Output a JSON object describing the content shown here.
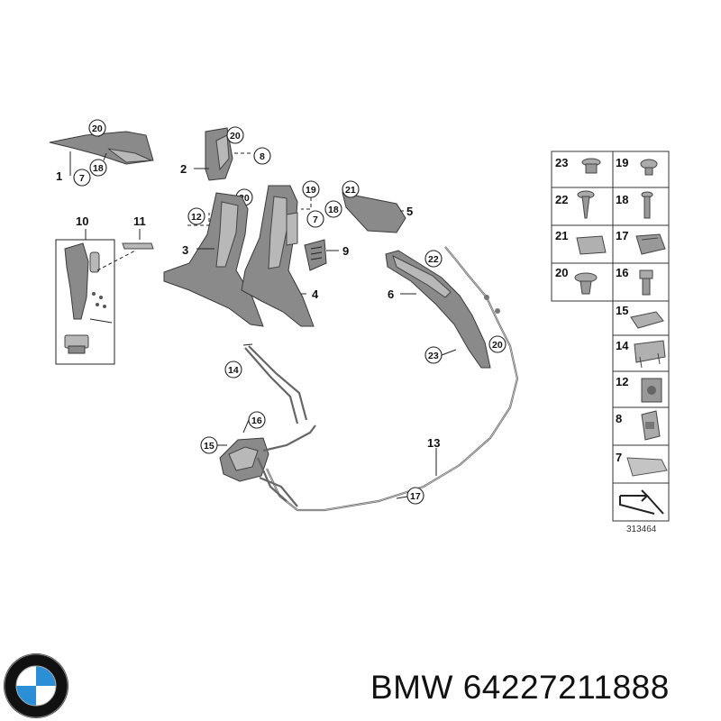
{
  "brand": "BMW",
  "part_number": "64227211888",
  "diagram_ref": "313464",
  "callouts": {
    "c1": "1",
    "c2": "2",
    "c3": "3",
    "c4": "4",
    "c5": "5",
    "c6": "6",
    "c9": "9",
    "c10": "10",
    "c11": "11",
    "c13": "13",
    "circ20a": "20",
    "circ7a": "7",
    "circ18a": "18",
    "circ20b": "20",
    "circ8a": "8",
    "circ20c": "20",
    "circ12a": "12",
    "circ19a": "19",
    "circ7b": "7",
    "circ18b": "18",
    "circ21a": "21",
    "circ22a": "22",
    "circ23a": "23",
    "circ20d": "20",
    "circ14a": "14",
    "circ16a": "16",
    "circ15a": "15",
    "circ17a": "17"
  },
  "grid_labels": [
    "23",
    "19",
    "22",
    "18",
    "21",
    "17",
    "20",
    "16",
    "15",
    "14",
    "12",
    "8",
    "7"
  ],
  "colors": {
    "part": "#8a8a8a",
    "outline": "#3a3a3a",
    "bmw_blue": "#2a8fd6",
    "bmw_ring": "#111111"
  }
}
